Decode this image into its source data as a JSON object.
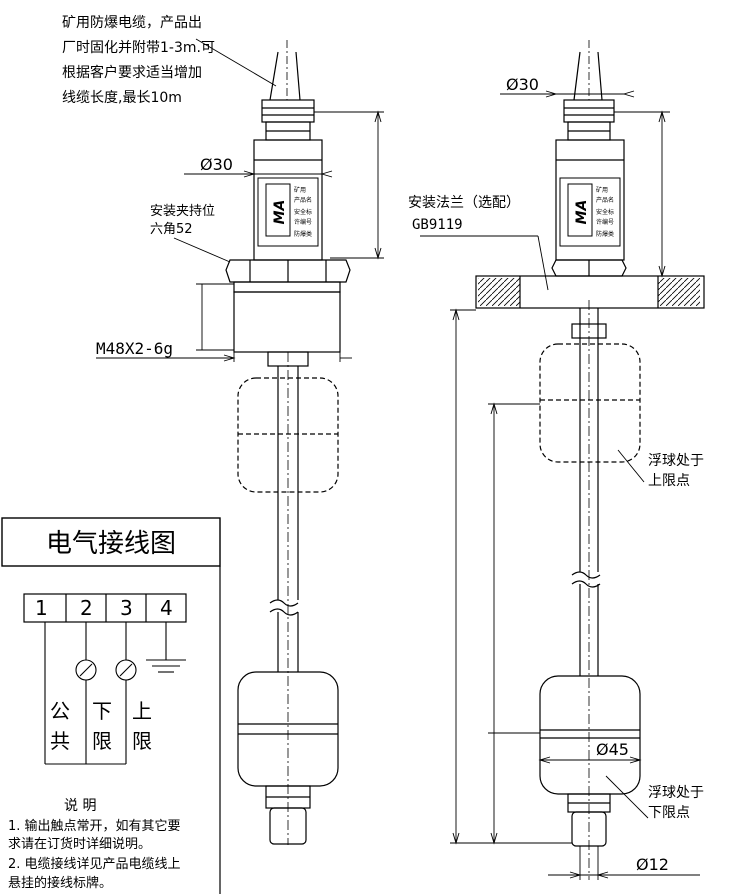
{
  "left_view": {
    "cable_note": [
      "矿用防爆电缆，产品出",
      "厂时固化并附带1-3m.可",
      "根据客户要求适当增加",
      "线缆长度,最长10m"
    ],
    "diameter_label": "Ø30",
    "clamp_label": [
      "安装夹持位",
      "六角52"
    ],
    "thread_label": "M48X2-6g",
    "plate_text": [
      "矿用",
      "产品名",
      "安全标",
      "许编号",
      "防爆类"
    ]
  },
  "wiring": {
    "title": "电气接线图",
    "terminals": [
      "1",
      "2",
      "3",
      "4"
    ],
    "labels": [
      [
        "公",
        "共"
      ],
      [
        "下",
        "限"
      ],
      [
        "上",
        "限"
      ]
    ]
  },
  "notes": {
    "heading": "说  明",
    "lines": [
      "1. 输出触点常开，如有其它要",
      "求请在订货时详细说明。",
      "2. 电缆接线详见产品电缆线上",
      "悬挂的接线标牌。"
    ]
  },
  "right_view": {
    "diameter_top": "Ø30",
    "flange_label": [
      "安装法兰（选配）",
      "GB9119"
    ],
    "upper_float_label": [
      "浮球处于",
      "上限点"
    ],
    "lower_float_label": [
      "浮球处于",
      "下限点"
    ],
    "float_diameter": "Ø45",
    "rod_diameter": "Ø12",
    "plate_text": [
      "矿用",
      "产品名",
      "安全标",
      "许编号",
      "防爆类"
    ]
  },
  "logo_text": "MA"
}
